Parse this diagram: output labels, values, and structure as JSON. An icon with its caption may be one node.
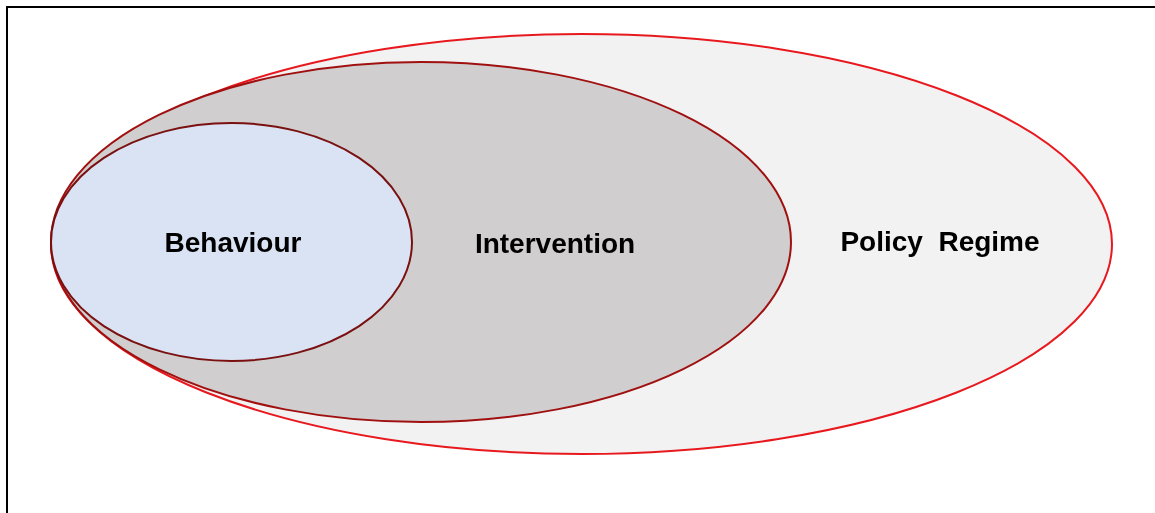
{
  "diagram": {
    "nodes": [
      {
        "text": [
          "Policy  Regime"
        ]
      },
      {
        "text": [
          "Intervention"
        ],
        "in": 0
      },
      {
        "text": [
          "Behaviour"
        ],
        "in": 1
      }
    ]
  }
}
